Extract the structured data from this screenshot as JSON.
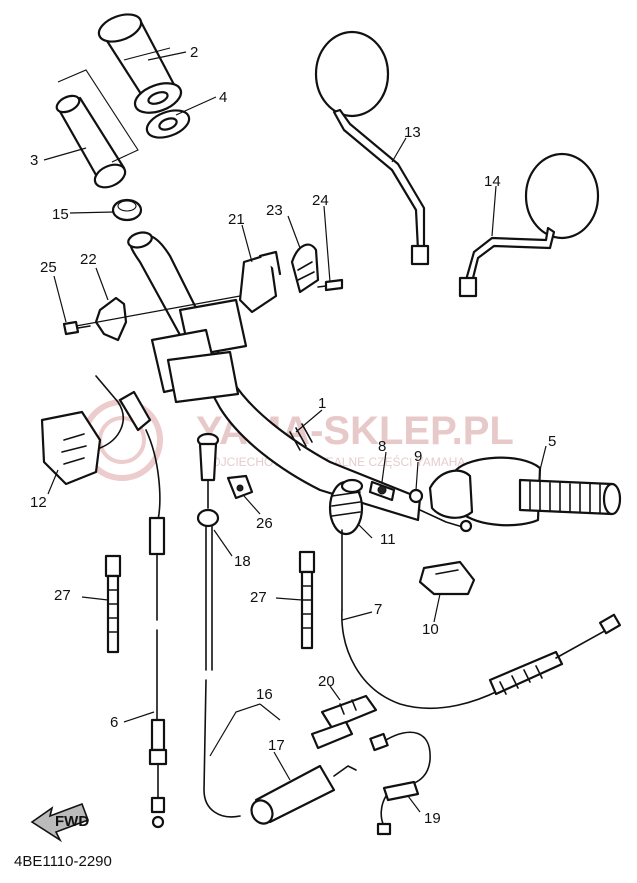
{
  "diagram": {
    "code": "4BE1110-2290",
    "fwd_label": "FWD",
    "watermark": {
      "title": "YAMA-SKLEP.PL",
      "subtitle": "WOJCIECHOWICZ | IDEALNE CZĘŚCI YAMAHA"
    },
    "colors": {
      "line": "#111111",
      "watermark": "#e8c9c9"
    },
    "callouts": [
      {
        "id": "c1",
        "label": "1"
      },
      {
        "id": "c2",
        "label": "2"
      },
      {
        "id": "c3",
        "label": "3"
      },
      {
        "id": "c4",
        "label": "4"
      },
      {
        "id": "c5",
        "label": "5"
      },
      {
        "id": "c6",
        "label": "6"
      },
      {
        "id": "c7",
        "label": "7"
      },
      {
        "id": "c8",
        "label": "8"
      },
      {
        "id": "c9",
        "label": "9"
      },
      {
        "id": "c10",
        "label": "10"
      },
      {
        "id": "c11",
        "label": "11"
      },
      {
        "id": "c12",
        "label": "12"
      },
      {
        "id": "c13",
        "label": "13"
      },
      {
        "id": "c14",
        "label": "14"
      },
      {
        "id": "c15",
        "label": "15"
      },
      {
        "id": "c16",
        "label": "16"
      },
      {
        "id": "c17",
        "label": "17"
      },
      {
        "id": "c18",
        "label": "18"
      },
      {
        "id": "c19",
        "label": "19"
      },
      {
        "id": "c20",
        "label": "20"
      },
      {
        "id": "c21",
        "label": "21"
      },
      {
        "id": "c22",
        "label": "22"
      },
      {
        "id": "c23",
        "label": "23"
      },
      {
        "id": "c24",
        "label": "24"
      },
      {
        "id": "c25",
        "label": "25"
      },
      {
        "id": "c26",
        "label": "26"
      },
      {
        "id": "c27a",
        "label": "27"
      },
      {
        "id": "c27b",
        "label": "27"
      }
    ]
  }
}
